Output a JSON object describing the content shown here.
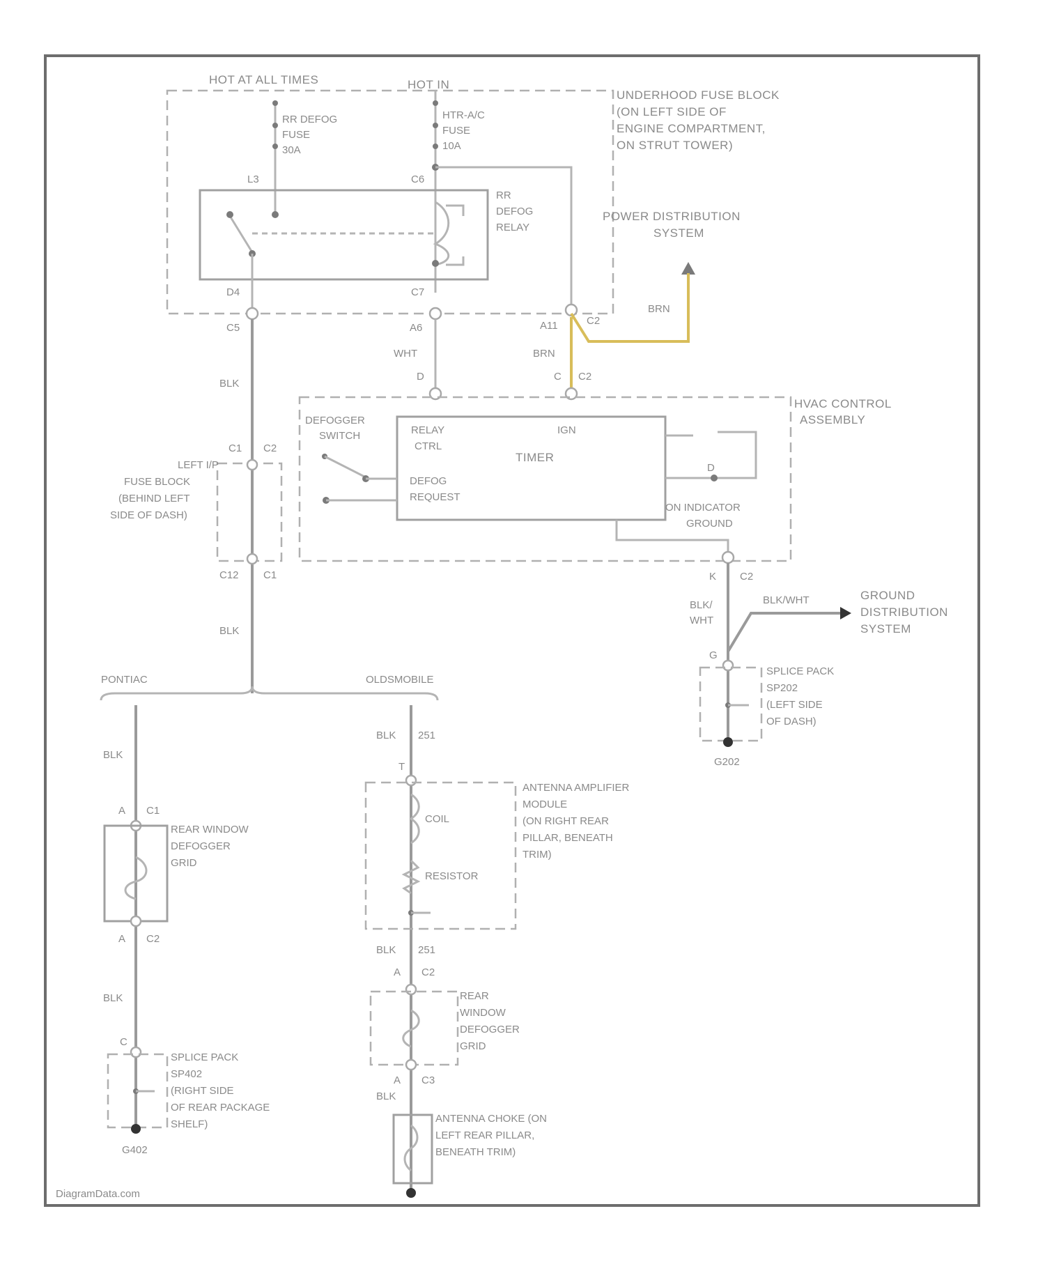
{
  "labels": {
    "hot_at_all_times": "HOT AT ALL TIMES",
    "hot_in_run": "HOT IN",
    "rr_defog_fuse_1": "RR DEFOG",
    "rr_defog_fuse_2": "FUSE",
    "rr_defog_fuse_3": "30A",
    "htr_ac_fuse_1": "HTR-A/C",
    "htr_ac_fuse_2": "FUSE",
    "htr_ac_fuse_3": "10A",
    "underhood_1": "UNDERHOOD FUSE BLOCK",
    "underhood_2": "(ON LEFT SIDE OF",
    "underhood_3": "ENGINE COMPARTMENT,",
    "underhood_4": "ON STRUT TOWER)",
    "relay_1": "RR",
    "relay_2": "DEFOG",
    "relay_3": "RELAY",
    "power_dist_1": "POWER DISTRIBUTION",
    "power_dist_2": "SYSTEM",
    "hvac_1": "HVAC CONTROL",
    "hvac_2": "ASSEMBLY",
    "defogger_switch_1": "DEFOGGER",
    "defogger_switch_2": "SWITCH",
    "relay_ctrl_1": "RELAY",
    "relay_ctrl_2": "CTRL",
    "timer": "TIMER",
    "ign": "IGN",
    "defog_request_1": "DEFOG",
    "defog_request_2": "REQUEST",
    "on_indicator_1": "ON INDICATOR",
    "on_indicator_2": "GROUND",
    "left_ip_1": "LEFT I/P",
    "left_ip_2": "FUSE BLOCK",
    "left_ip_3": "(BEHIND LEFT",
    "left_ip_4": "SIDE OF DASH)",
    "ground_dist_1": "GROUND",
    "ground_dist_2": "DISTRIBUTION",
    "ground_dist_3": "SYSTEM",
    "splice_sp202_1": "SPLICE PACK",
    "splice_sp202_2": "SP202",
    "splice_sp202_3": "(LEFT SIDE",
    "splice_sp202_4": "OF DASH)",
    "g202": "G202",
    "pontiac": "PONTIAC",
    "oldsmobile": "OLDSMOBILE",
    "rear_grid_p_1": "REAR WINDOW",
    "rear_grid_p_2": "DEFOGGER",
    "rear_grid_p_3": "GRID",
    "splice_sp402_1": "SPLICE PACK",
    "splice_sp402_2": "SP402",
    "splice_sp402_3": "(RIGHT SIDE",
    "splice_sp402_4": "OF REAR PACKAGE",
    "splice_sp402_5": "SHELF)",
    "g402": "G402",
    "antenna_amp_1": "ANTENNA AMPLIFIER",
    "antenna_amp_2": "MODULE",
    "antenna_amp_3": "(ON RIGHT REAR",
    "antenna_amp_4": "PILLAR, BENEATH",
    "antenna_amp_5": "TRIM)",
    "coil": "COIL",
    "resistor": "RESISTOR",
    "rear_grid_o_1": "REAR",
    "rear_grid_o_2": "WINDOW",
    "rear_grid_o_3": "DEFOGGER",
    "rear_grid_o_4": "GRID",
    "choke_1": "ANTENNA CHOKE (ON",
    "choke_2": "LEFT REAR PILLAR,",
    "choke_3": "BENEATH TRIM)",
    "watermark": "DiagramData.com"
  },
  "pins": {
    "l3": "L3",
    "c6": "C6",
    "d4": "D4",
    "c7": "C7",
    "c5": "C5",
    "a6": "A6",
    "a11": "A11",
    "c2_top": "C2",
    "d_wht": "D",
    "c_brn": "C",
    "c2_brn": "C2",
    "c1": "C1",
    "c2_ip": "C2",
    "c12": "C12",
    "c1_ip": "C1",
    "k": "K",
    "c2_hvac": "C2",
    "g_splice": "G",
    "a_p1": "A",
    "c1_p": "C1",
    "a_p2": "A",
    "c2_p": "C2",
    "c_p": "C",
    "t": "T",
    "a_o1": "A",
    "c2_o": "C2",
    "a_o2": "A",
    "c3_o": "C3",
    "ign_pin": "D"
  },
  "wire_colors": {
    "blk_1": "BLK",
    "wht": "WHT",
    "brn_1": "BRN",
    "brn_2": "BRN",
    "blk_2": "BLK",
    "blk_wht_1": "BLK/",
    "blk_wht_2": "WHT",
    "blk_wht_3": "BLK/WHT",
    "blk_p1": "BLK",
    "blk_p2": "BLK",
    "blk_o1": "BLK",
    "n251_1": "251",
    "blk_o2": "BLK",
    "n251_2": "251",
    "blk_o3": "BLK"
  },
  "colors": {
    "wire": "#9a9a9a",
    "brown_wire": "#d8bd5a",
    "frame": "#6d6d6d"
  }
}
